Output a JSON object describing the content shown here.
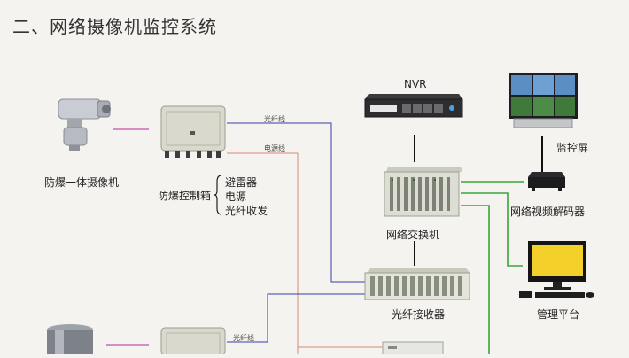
{
  "title": "二、网络摄像机监控系统",
  "devices": {
    "camera_top_label": "防爆一体摄像机",
    "control_box_label": "防爆控制箱",
    "box_parts": [
      "避雷器",
      "电源",
      "光纤收发"
    ],
    "nvr_label": "NVR",
    "switch_label": "网络交换机",
    "receiver_label": "光纤接收器",
    "screen_label": "监控屏",
    "decoder_label": "网络视频解码器",
    "pc_label": "管理平台"
  },
  "links": {
    "fiber_top": "光纤线",
    "power_top": "电源线",
    "fiber_bottom": "光纤线"
  },
  "colors": {
    "fiber": "#3a3fa8",
    "power": "#d98a7a",
    "network": "#3aa63a",
    "camera_link": "#c44fa8",
    "black": "#111111"
  }
}
